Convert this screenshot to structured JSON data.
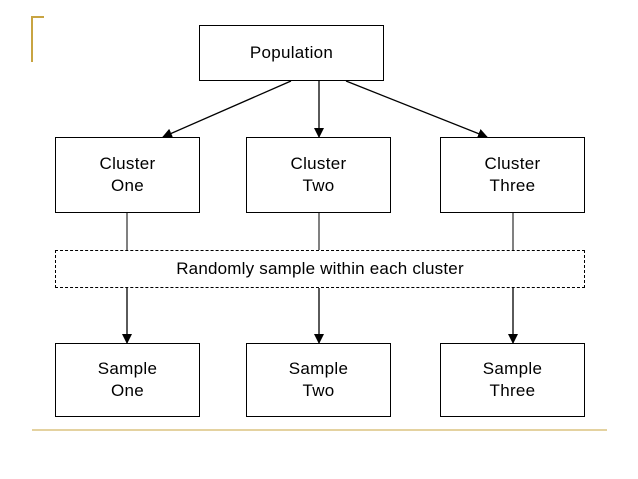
{
  "colors": {
    "accent_line": "#c8a442",
    "stroke": "#000000",
    "background": "#ffffff"
  },
  "diagram": {
    "root": "Population",
    "clusters": [
      "Cluster\nOne",
      "Cluster\nTwo",
      "Cluster\nThree"
    ],
    "sampling_step": "Randomly sample within each cluster",
    "samples": [
      "Sample\nOne",
      "Sample\nTwo",
      "Sample\nThree"
    ]
  }
}
